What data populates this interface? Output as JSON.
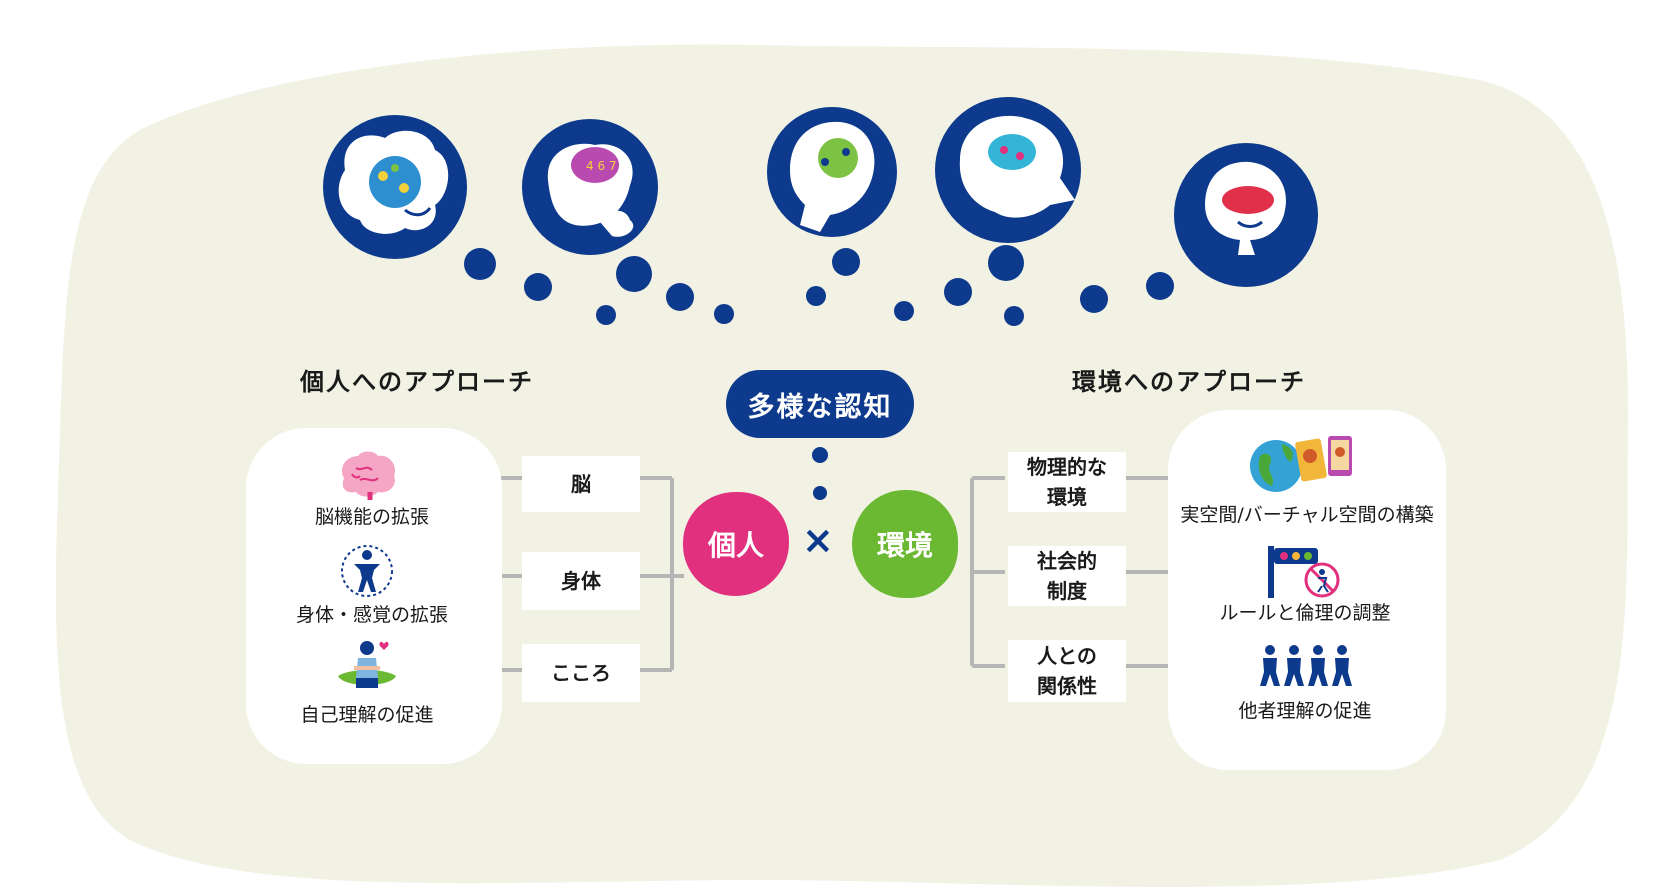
{
  "colors": {
    "navy": "#0d3a8c",
    "cream": "#f1f1e4",
    "pink": "#e0307e",
    "green": "#6bb833",
    "line": "#b5b5b5"
  },
  "center": {
    "bubble": "多様な認知",
    "individual": "個人",
    "times": "×",
    "environment": "環境"
  },
  "left": {
    "heading": "個人へのアプローチ",
    "categories": [
      "脳",
      "身体",
      "こころ"
    ],
    "items": [
      {
        "label": "脳機能の拡張",
        "icon": "brain-icon"
      },
      {
        "label": "身体・感覚の拡張",
        "icon": "body-icon"
      },
      {
        "label": "自己理解の促進",
        "icon": "meditation-icon"
      }
    ]
  },
  "right": {
    "heading": "環境へのアプローチ",
    "categories": [
      "物理的な\n環境",
      "社会的\n制度",
      "人との\n関係性"
    ],
    "items": [
      {
        "label": "実空間/バーチャル空間の構築",
        "icon": "globe-phone-icon"
      },
      {
        "label": "ルールと倫理の調整",
        "icon": "traffic-rule-icon"
      },
      {
        "label": "他者理解の促進",
        "icon": "people-icon"
      }
    ]
  },
  "thought_heads": [
    {
      "icon": "head-front-icon",
      "blob_color": "#2d8fd0"
    },
    {
      "icon": "head-numbers-icon",
      "blob_color": "#b94bb0"
    },
    {
      "icon": "head-music-icon",
      "blob_color": "#7cc243"
    },
    {
      "icon": "head-tilt-icon",
      "blob_color": "#35b5d6"
    },
    {
      "icon": "head-red-icon",
      "blob_color": "#e0304a"
    }
  ]
}
